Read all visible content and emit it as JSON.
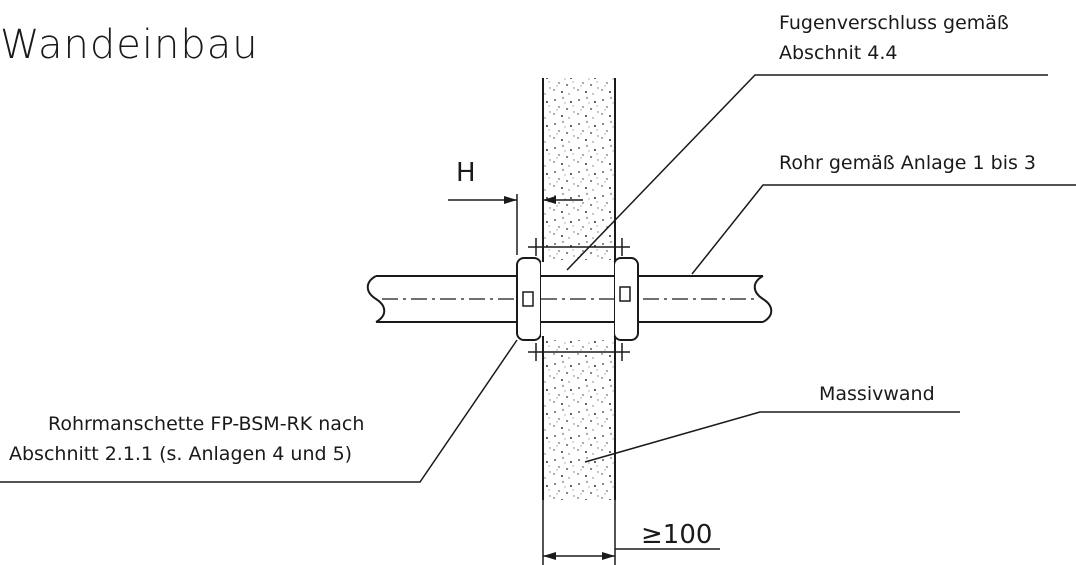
{
  "title": "Wandeinbau",
  "labels": {
    "fugenverschluss_line1": "Fugenverschluss gemäß",
    "fugenverschluss_line2": "Abschnit 4.4",
    "rohr": "Rohr gemäß Anlage 1 bis 3",
    "massivwand": "Massivwand",
    "rohrmanschette_line1": "Rohrmanschette FP-BSM-RK nach",
    "rohrmanschette_line2": "Abschnitt 2.1.1 (s. Anlagen 4 und 5)",
    "dimension_h": "H",
    "dimension_wall": "≥100"
  }
}
